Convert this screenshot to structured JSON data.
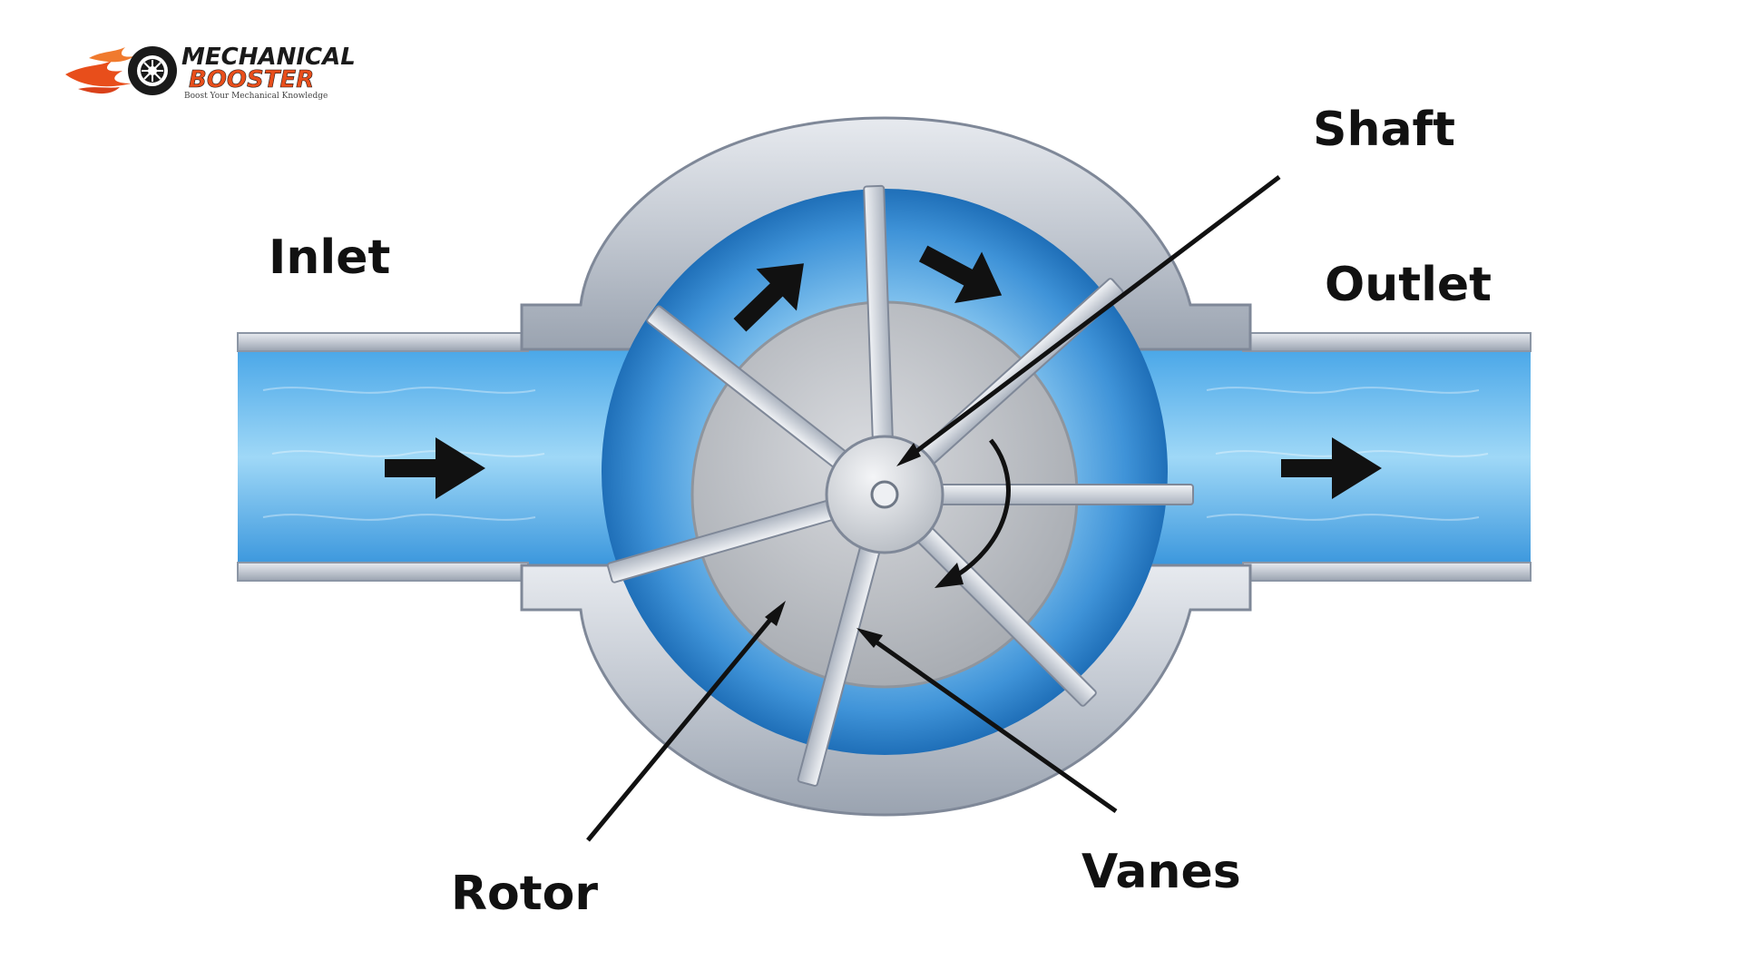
{
  "labels": {
    "inlet": "Inlet",
    "outlet": "Outlet",
    "shaft": "Shaft",
    "rotor": "Rotor",
    "vanes": "Vanes"
  },
  "logo": {
    "line1": "MECHANICAL",
    "line2": "BOOSTER",
    "tagline": "Boost Your Mechanical Knowledge"
  },
  "colors": {
    "water_light": "#8fd0f5",
    "water_dark": "#2f8ad6",
    "metal": "#c9ced6",
    "metal_dark": "#8c96a5",
    "rotor": "#c4c7cc",
    "arrow": "#111111",
    "brand_orange": "#e84e1b"
  },
  "icons": [
    "tire-icon",
    "flame-icon",
    "flow-arrow-icon",
    "rotation-arrow-icon"
  ]
}
